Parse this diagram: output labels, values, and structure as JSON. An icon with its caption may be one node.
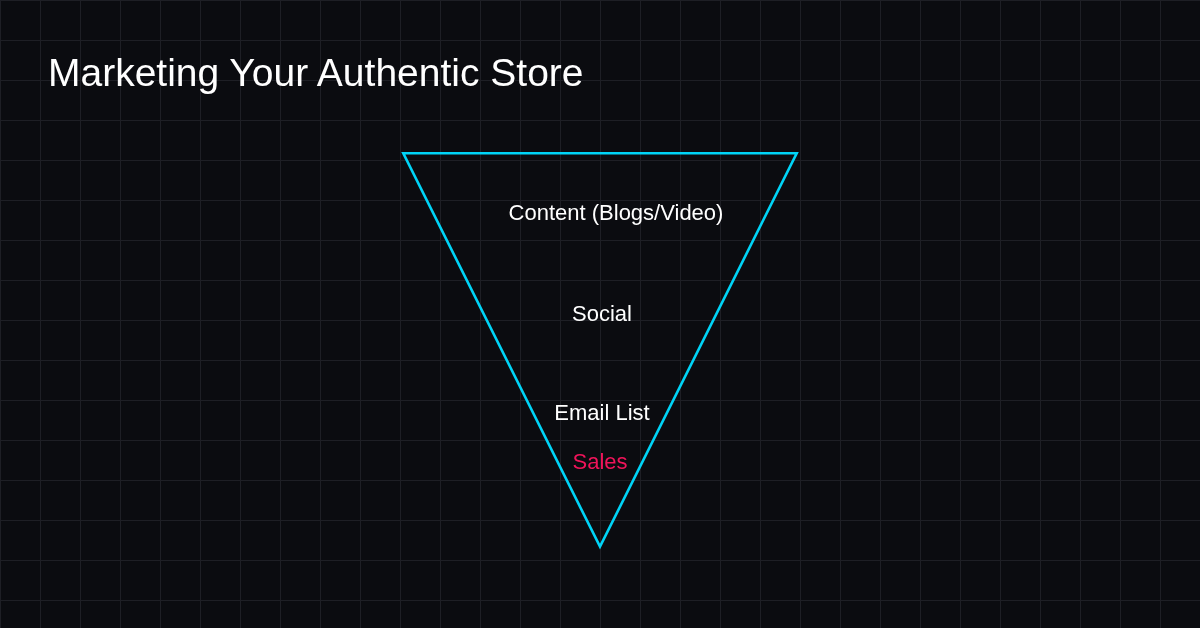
{
  "diagram": {
    "title": "Marketing Your Authentic Store",
    "nodes": [
      {
        "text": [
          "Content (Blogs/Video)",
          "Social",
          "Email List",
          "Sales"
        ]
      }
    ]
  }
}
